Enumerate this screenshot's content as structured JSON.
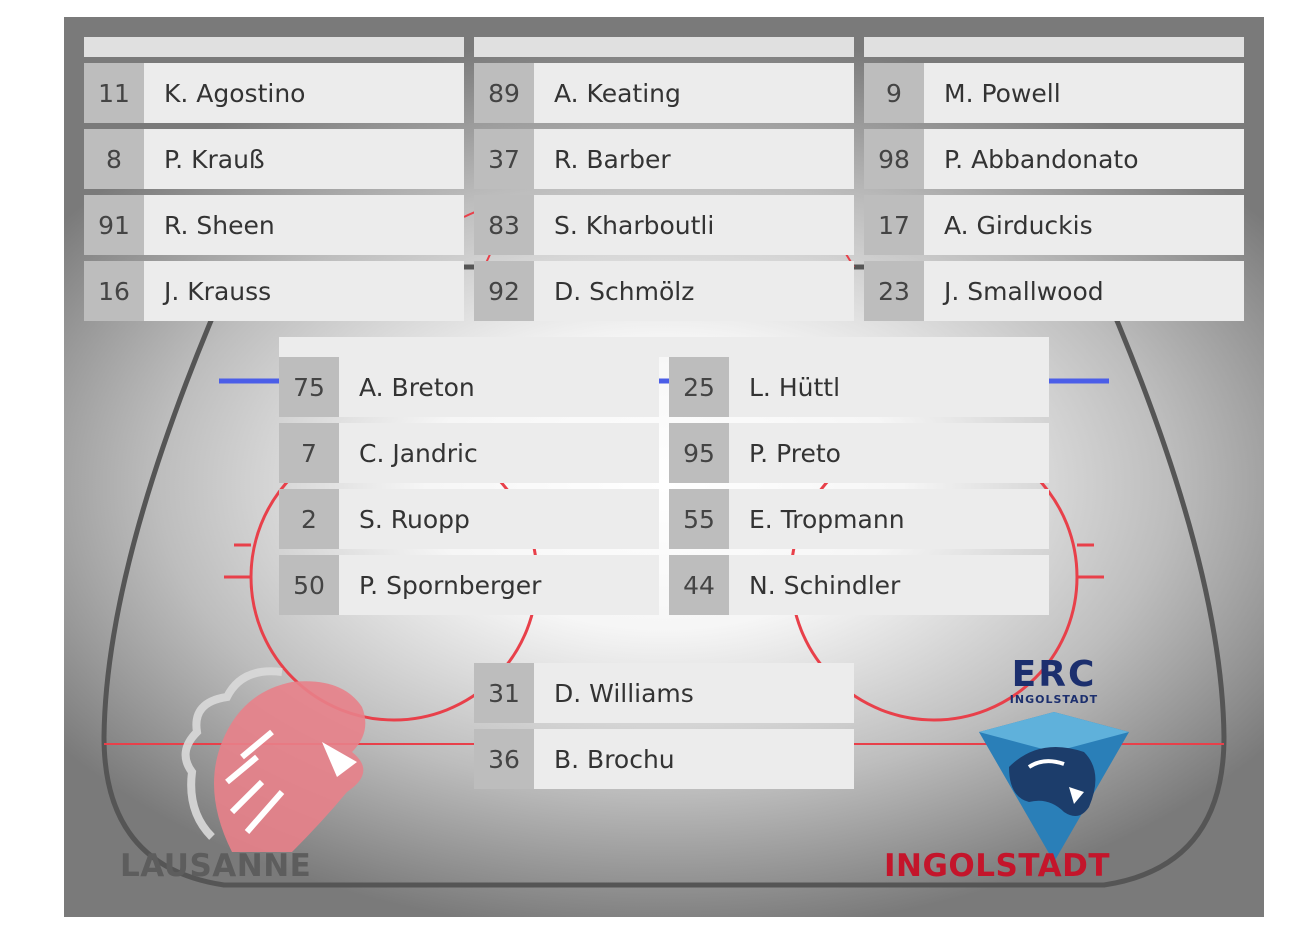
{
  "forward_lines": [
    {
      "header": "",
      "players": [
        {
          "number": "11",
          "name": "K. Agostino"
        },
        {
          "number": "8",
          "name": "P. Krauß"
        },
        {
          "number": "91",
          "name": "R. Sheen"
        },
        {
          "number": "16",
          "name": "J. Krauss"
        }
      ]
    },
    {
      "header": "",
      "players": [
        {
          "number": "89",
          "name": "A. Keating"
        },
        {
          "number": "37",
          "name": "R. Barber"
        },
        {
          "number": "83",
          "name": "S. Kharboutli"
        },
        {
          "number": "92",
          "name": "D. Schmölz"
        }
      ]
    },
    {
      "header": "",
      "players": [
        {
          "number": "9",
          "name": "M. Powell"
        },
        {
          "number": "98",
          "name": "P. Abbandonato"
        },
        {
          "number": "17",
          "name": "A. Girduckis"
        },
        {
          "number": "23",
          "name": "J. Smallwood"
        }
      ]
    }
  ],
  "defense_pairs": [
    {
      "players": [
        {
          "number": "75",
          "name": "A. Breton"
        },
        {
          "number": "7",
          "name": "C. Jandric"
        },
        {
          "number": "2",
          "name": "S. Ruopp"
        },
        {
          "number": "50",
          "name": "P. Spornberger"
        }
      ]
    },
    {
      "players": [
        {
          "number": "25",
          "name": "L. Hüttl"
        },
        {
          "number": "95",
          "name": "P. Preto"
        },
        {
          "number": "55",
          "name": "E. Tropmann"
        },
        {
          "number": "44",
          "name": "N. Schindler"
        }
      ]
    }
  ],
  "goalies": {
    "players": [
      {
        "number": "31",
        "name": "D. Williams"
      },
      {
        "number": "36",
        "name": "B. Brochu"
      }
    ]
  },
  "home_team": {
    "name": "LAUSANNE",
    "logo_icon": "lion-head-icon",
    "color": "#5d5d5d",
    "logo_color": "#e8818a"
  },
  "away_team": {
    "name": "INGOLSTADT",
    "logo_wordmark": "ERC",
    "logo_subtext": "INGOLSTADT",
    "logo_icon": "panther-head-icon",
    "color": "#c4152b",
    "logo_color": "#1b5e96"
  },
  "colors": {
    "header_bar": "#e0e0e0",
    "row_bg": "#ececec",
    "number_bg": "#bdbdbd",
    "rink_red_line": "#e8404a",
    "rink_blue_line": "#4b5ee8"
  }
}
